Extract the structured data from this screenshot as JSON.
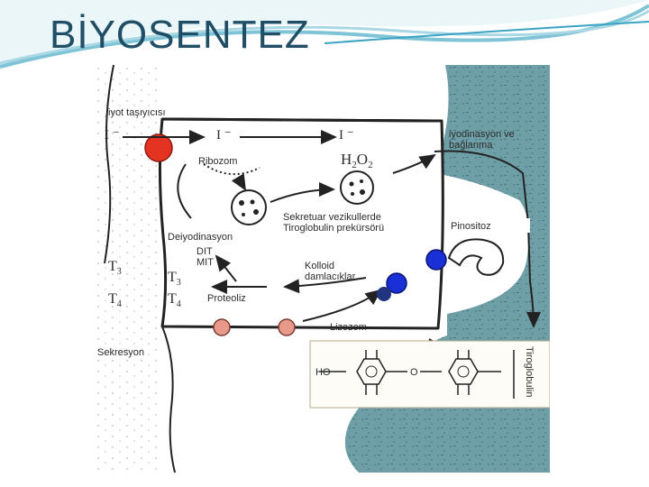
{
  "slide": {
    "title": "BİYOSENTEZ"
  },
  "diagram": {
    "iodide_carrier": "iyot taşıyıcısı",
    "iodide_1": "I ⁻",
    "iodide_2": "I ⁻",
    "iodide_3": "I ⁻",
    "ribosome": "Ribozom",
    "h2o2_main": "H",
    "h2o2_sub1": "2",
    "h2o2_o": "O",
    "h2o2_sub2": "2",
    "iodination_line1": "iyodinasyon ve",
    "iodination_line2": "bağlanma",
    "secretory_line1": "Sekretuar vezikullerde",
    "secretory_line2": "Tiroglobulin prekürsörü",
    "pinocytosis": "Pinositoz",
    "deiodination": "Deiyodinasyon",
    "dit": "DIT",
    "mit": "MIT",
    "t3_left": "T",
    "t3_left_sub": "3",
    "t4_left": "T",
    "t4_left_sub": "4",
    "t3_inner": "T",
    "t3_inner_sub": "3",
    "t4_inner": "T",
    "t4_inner_sub": "4",
    "colloid_line1": "Kolloid",
    "colloid_line2": "damlacıklar",
    "proteolysis": "Proteoliz",
    "lysosome": "Lizozom",
    "secretion": "Sekresyon",
    "thyroglobulin": "Tiroglobulin",
    "ho": "HO",
    "o": "O"
  },
  "colors": {
    "title": "#1f4e66",
    "colloid": "#6e9fa6",
    "pump": "#e53322",
    "vesicle_blue": "#1a2fd6",
    "lysosome": "#e89a8a",
    "inset_bg": "#fdfcf7"
  }
}
